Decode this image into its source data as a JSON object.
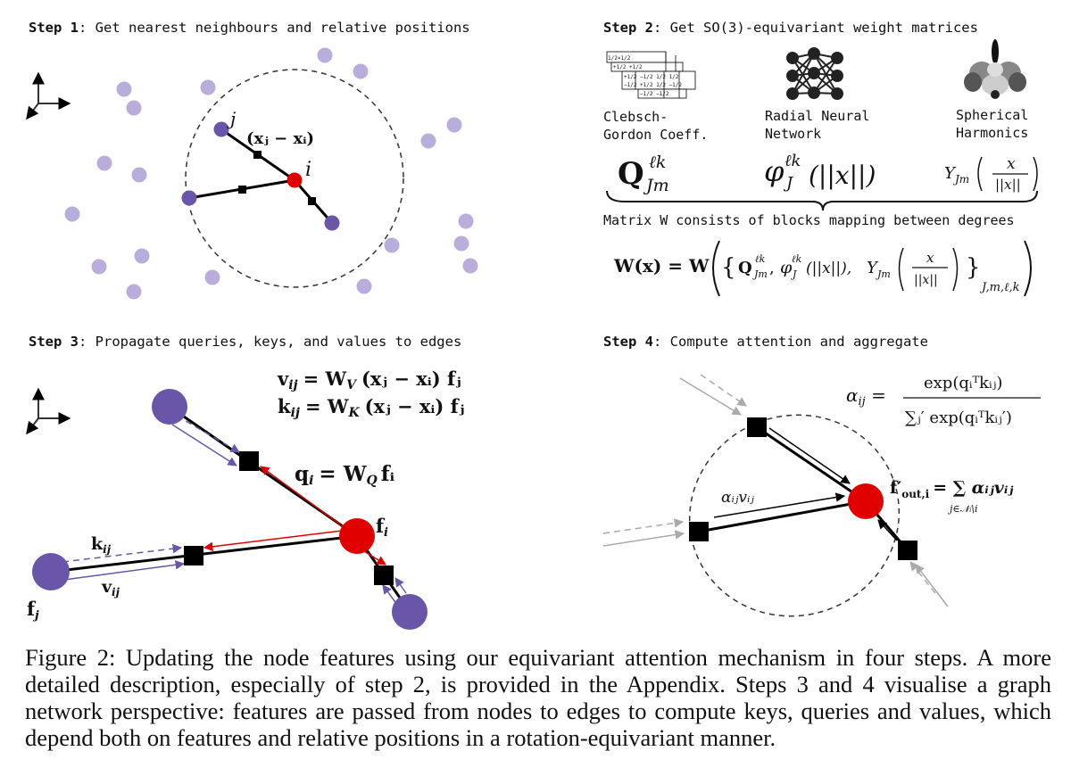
{
  "panels": {
    "step1": {
      "label": "Step 1",
      "title": "Get nearest neighbours and relative positions",
      "node_i": "i",
      "node_j": "j",
      "rel_pos": "(xⱼ − xᵢ)"
    },
    "step2": {
      "label": "Step 2",
      "title": "Get SO(3)-equivariant weight matrices",
      "cg_label_1": "Clebsch-",
      "cg_label_2": "Gordon Coeff.",
      "nn_label_1": "Radial Neural",
      "nn_label_2": "Network",
      "sh_label_1": "Spherical",
      "sh_label_2": "Harmonics",
      "blocks_text": "Matrix W consists of blocks mapping between degrees",
      "q_sym": "Q",
      "q_sup": "ℓk",
      "q_sub": "Jm",
      "phi_sym": "φ",
      "phi_sup": "ℓk",
      "phi_sub": "J",
      "phi_arg": "(||x||)",
      "y_sym": "Y",
      "y_sub": "Jm",
      "frac_num": "x",
      "frac_den": "||x||",
      "w_lhs": "W(x) = W",
      "w_q": "Q",
      "w_phi": "φ",
      "w_phi_arg": "(||x||),",
      "w_y": "Y",
      "w_index": "J,m,ℓ,k",
      "table_rows": [
        "1/2×1/2",
        "+1/2 +1/2",
        "+1/2 −1/2  1/2  1/2",
        "−1/2 +1/2  1/2 −1/2",
        "−1/2 −1/2"
      ]
    },
    "step3": {
      "label": "Step 3",
      "title": "Propagate queries, keys, and values to edges",
      "v_lhs": "v",
      "v_lhs_sub": "ij",
      "v_rhs": "= W",
      "v_sub": "V",
      "v_tail": "(xⱼ − xᵢ) fⱼ",
      "k_lhs": "k",
      "k_lhs_sub": "ij",
      "k_rhs": "= W",
      "k_sub": "K",
      "k_tail": "(xⱼ − xᵢ) fⱼ",
      "q_lhs": "q",
      "q_lhs_sub": "i",
      "q_rhs": "= W",
      "q_sub": "Q",
      "q_tail": "fᵢ",
      "fi": "f",
      "fi_sub": "i",
      "fj": "f",
      "fj_sub": "j",
      "kij": "k",
      "kij_sub": "ij",
      "vij": "v",
      "vij_sub": "ij"
    },
    "step4": {
      "label": "Step 4",
      "title": "Compute attention and aggregate",
      "alpha_lhs": "α",
      "alpha_sub": "ij",
      "alpha_num": "exp(qᵢᵀkᵢⱼ)",
      "alpha_den": "∑ⱼ′ exp(qᵢᵀkᵢⱼ′)",
      "fout": "f′",
      "fout_sub": "out,i",
      "sum_expr": "= ∑ αᵢⱼvᵢⱼ",
      "sum_index": "j∈𝒩ᵢ\\i",
      "edge_label": "αᵢⱼvᵢⱼ"
    }
  },
  "caption": "Figure 2: Updating the node features using our equivariant attention mechanism in four steps. A more detailed description, especially of step 2, is provided in the Appendix. Steps 3 and 4 visualise a graph network perspective: features are passed from nodes to edges to compute keys, queries and values, which depend both on features and relative positions in a rotation-equivariant manner.",
  "colors": {
    "purple": "#6a56a8",
    "light_purple": "#b9aedb",
    "red": "#e00000",
    "black": "#000000",
    "gray": "#aaaaaa"
  }
}
